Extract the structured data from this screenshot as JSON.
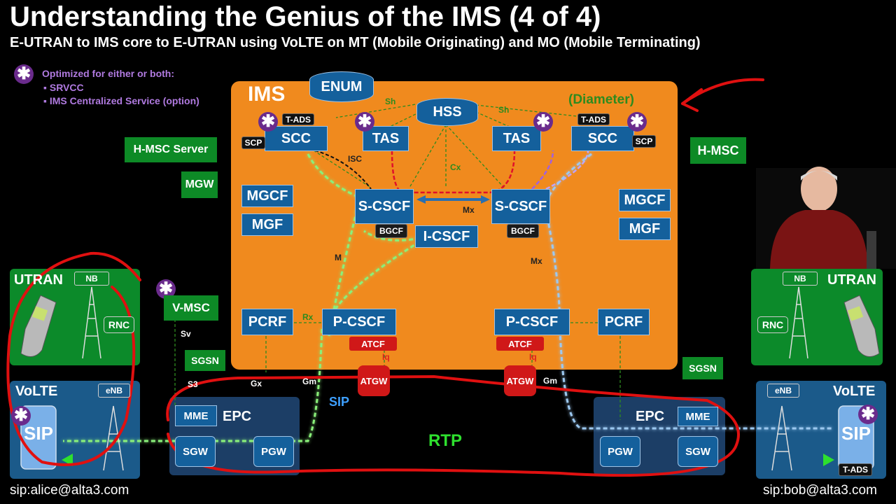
{
  "header": {
    "title": "Understanding the Genius of the IMS (4 of 4)",
    "subtitle": "E-UTRAN to IMS core to E-UTRAN using VoLTE on MT (Mobile Originating) and MO (Mobile Terminating)"
  },
  "note": {
    "star": "✱",
    "heading": "Optimized for either or both:",
    "items": [
      "SRVCC",
      "IMS Centralized Service (option)"
    ]
  },
  "ims": {
    "label": "IMS",
    "diameter": "(Diameter)",
    "enum": "ENUM",
    "hss": "HSS",
    "scc_left": "SCC",
    "scc_right": "SCC",
    "tas_left": "TAS",
    "tas_right": "TAS",
    "tads_left": "T-ADS",
    "tads_right": "T-ADS",
    "scp_left": "SCP",
    "scp_right": "SCP",
    "scscf_left": "S-CSCF",
    "scscf_right": "S-CSCF",
    "bgcf_left": "BGCF",
    "bgcf_right": "BGCF",
    "icscf": "I-CSCF",
    "mgcf_left": "MGCF",
    "mgf_left": "MGF",
    "mgcf_right": "MGCF",
    "mgf_right": "MGF",
    "pcrf_left": "PCRF",
    "pcrf_right": "PCRF",
    "pcscf_left": "P-CSCF",
    "pcscf_right": "P-CSCF",
    "atcf_left": "ATCF",
    "atcf_right": "ATCF",
    "atgw_left": "ATGW",
    "atgw_right": "ATGW"
  },
  "interfaces": {
    "sh_left": "Sh",
    "sh_right": "Sh",
    "cx": "Cx",
    "isc": "ISC",
    "mx_center": "Mx",
    "mx_right": "Mx",
    "m_left": "M",
    "rx": "Rx",
    "iq_left": "Iq",
    "iq_right": "Iq",
    "gx": "Gx",
    "gm_left": "Gm",
    "gm_right": "Gm",
    "sv": "Sv",
    "s3": "S3"
  },
  "left": {
    "hmsc_server": "H-MSC Server",
    "mgw": "MGW",
    "vmsc": "V-MSC",
    "sgsn": "SGSN",
    "utran": "UTRAN",
    "nb": "NB",
    "rnc": "RNC",
    "volte": "VoLTE",
    "enb": "eNB",
    "sip_phone": "SIP",
    "epc": "EPC",
    "mme": "MME",
    "sgw": "SGW",
    "pgw": "PGW",
    "email": "sip:alice@alta3.com"
  },
  "right": {
    "hmsc": "H-MSC",
    "sgsn": "SGSN",
    "utran": "UTRAN",
    "nb": "NB",
    "rnc": "RNC",
    "volte": "VoLTE",
    "enb": "eNB",
    "sip_phone": "SIP",
    "tads": "T-ADS",
    "epc": "EPC",
    "mme": "MME",
    "sgw": "SGW",
    "pgw": "PGW",
    "email": "sip:bob@alta3.com"
  },
  "flows": {
    "sip": "SIP",
    "rtp": "RTP"
  },
  "colors": {
    "ims_orange": "#f08a1e",
    "node_blue": "#14609c",
    "node_green": "#0d8a26",
    "sip_blue": "#3ea0ff",
    "rtp_green": "#2ee02e",
    "annotation_red": "#e01010",
    "star_purple": "#6a2b8c"
  }
}
